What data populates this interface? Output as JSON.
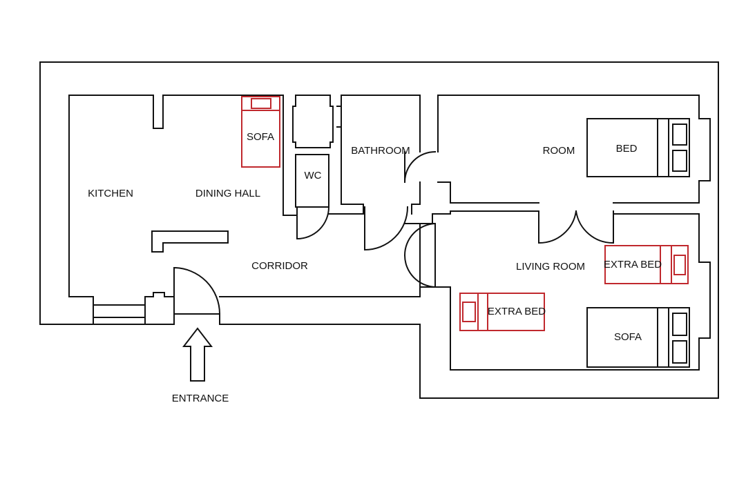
{
  "rooms": {
    "kitchen": "KITCHEN",
    "dining_hall": "DINING HALL",
    "wc": "WC",
    "bathroom": "BATHROOM",
    "room": "ROOM",
    "corridor": "CORRIDOR",
    "living_room": "LIVING ROOM"
  },
  "furniture": {
    "sofa_dining": "SOFA",
    "bed_room": "BED",
    "extra_bed_right": "EXTRA BED",
    "extra_bed_left": "EXTRA BED",
    "sofa_living": "SOFA"
  },
  "entrance": {
    "label": "ENTRANCE"
  },
  "colors": {
    "wall": "#111111",
    "furniture_highlight": "#c0282d",
    "background": "#ffffff"
  }
}
